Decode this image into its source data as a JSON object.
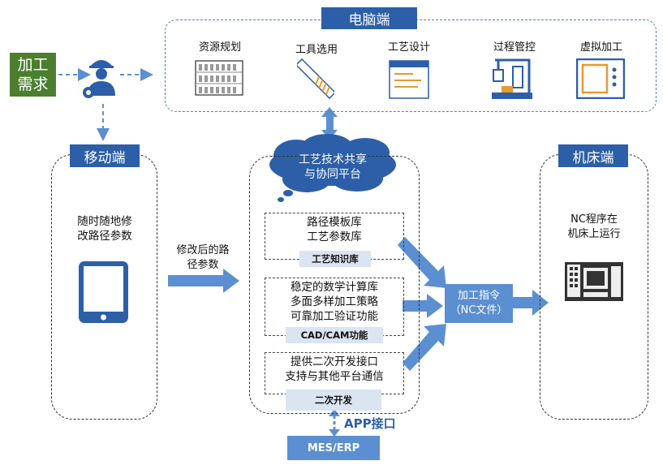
{
  "requirement_label": "加工\n需求",
  "pc": {
    "header": "电脑端",
    "items": [
      {
        "label": "资源规划",
        "icon": "resource-plan-icon"
      },
      {
        "label": "工具选用",
        "icon": "tool-select-icon"
      },
      {
        "label": "工艺设计",
        "icon": "process-design-icon"
      },
      {
        "label": "过程管控",
        "icon": "process-control-icon"
      },
      {
        "label": "虚拟加工",
        "icon": "virtual-machining-icon"
      }
    ]
  },
  "mobile": {
    "header": "移动端",
    "desc": "随时随地修\n改路径参数",
    "icon": "tablet-icon"
  },
  "arrow_mobile_label": "修改后的路\n径参数",
  "cloud_label": "工艺技术共享\n与协同平台",
  "platform": {
    "blocks": [
      {
        "text": "路径模板库\n工艺参数库",
        "tag": "工艺知识库"
      },
      {
        "text": "稳定的数学计算库\n多面多样加工策略\n可靠加工验证功能",
        "tag": "CAD/CAM功能"
      },
      {
        "text": "提供二次开发接口\n支持与其他平台通信",
        "tag": "二次开发"
      }
    ]
  },
  "nc_box": "加工指令\n（NC文件）",
  "machine": {
    "header": "机床端",
    "desc": "NC程序在\n机床上运行",
    "icon": "cnc-machine-icon"
  },
  "app_label": "APP接口",
  "mes_label": "MES/ERP",
  "colors": {
    "primary": "#2c5fa8",
    "light": "#dbe4f1",
    "arrow": "#5b8fd1",
    "green": "#4b7f2e"
  }
}
